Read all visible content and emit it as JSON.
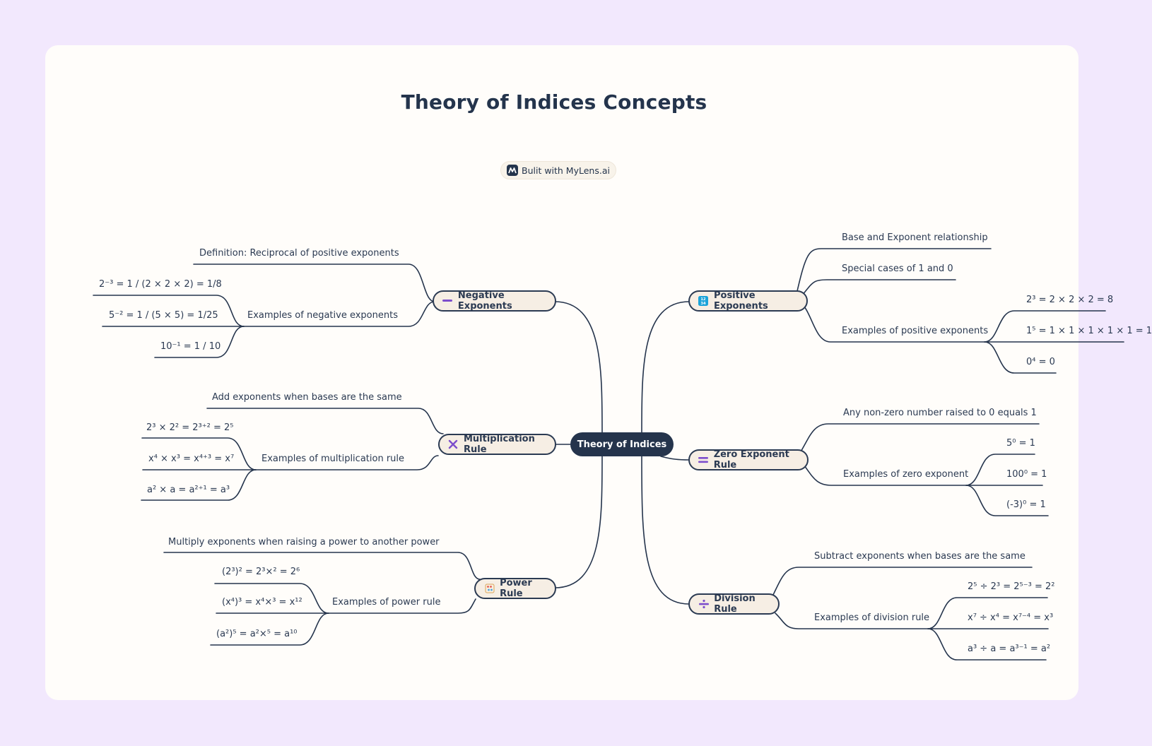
{
  "title": "Theory of Indices Concepts",
  "badge": {
    "label": "Bulit with MyLens.ai",
    "icon": "mylens-logo-icon"
  },
  "root": {
    "label": "Theory of Indices"
  },
  "colors": {
    "background": "#f2e8fd",
    "card": "#fffdfa",
    "ink": "#25344c",
    "node_fill": "#f6eee4",
    "accent_purple": "#7c4dcc",
    "accent_blue": "#1aa3d9"
  },
  "branches": {
    "negative": {
      "label": "Negative Exponents",
      "icon": "minus-icon",
      "definition": "Definition: Reciprocal of positive exponents",
      "examples_label": "Examples of negative exponents",
      "examples": [
        "2⁻³ = 1 / (2 × 2 × 2) = 1/8",
        "5⁻² = 1 / (5 × 5) = 1/25",
        "10⁻¹ = 1 / 10"
      ]
    },
    "multiplication": {
      "label": "Multiplication Rule",
      "icon": "multiply-icon",
      "definition": "Add exponents when bases are the same",
      "examples_label": "Examples of multiplication rule",
      "examples": [
        "2³ × 2² = 2³⁺² = 2⁵",
        "x⁴ × x³ = x⁴⁺³ = x⁷",
        "a² × a = a²⁺¹ = a³"
      ]
    },
    "power": {
      "label": "Power Rule",
      "icon": "abacus-icon",
      "definition": "Multiply exponents when raising a power to another power",
      "examples_label": "Examples of power rule",
      "examples": [
        "(2³)² = 2³×² = 2⁶",
        "(x⁴)³ = x⁴×³ = x¹²",
        "(a²)⁵ = a²×⁵ = a¹⁰"
      ]
    },
    "positive": {
      "label": "Positive Exponents",
      "icon": "numbers-icon",
      "items": [
        "Base and Exponent relationship",
        "Special cases of 1 and 0"
      ],
      "examples_label": "Examples of positive exponents",
      "examples": [
        "2³ = 2 × 2 × 2 = 8",
        "1⁵ = 1 × 1 × 1 × 1 × 1 = 1",
        "0⁴ = 0"
      ]
    },
    "zero": {
      "label": "Zero Exponent Rule",
      "icon": "equals-icon",
      "definition": "Any non-zero number raised to 0 equals 1",
      "examples_label": "Examples of zero exponent",
      "examples": [
        "5⁰ = 1",
        "100⁰ = 1",
        "(-3)⁰ = 1"
      ]
    },
    "division": {
      "label": "Division Rule",
      "icon": "divide-icon",
      "definition": "Subtract exponents when bases are the same",
      "examples_label": "Examples of division rule",
      "examples": [
        "2⁵ ÷ 2³ = 2⁵⁻³ = 2²",
        "x⁷ ÷ x⁴ = x⁷⁻⁴ = x³",
        "a³ ÷ a = a³⁻¹ = a²"
      ]
    }
  }
}
